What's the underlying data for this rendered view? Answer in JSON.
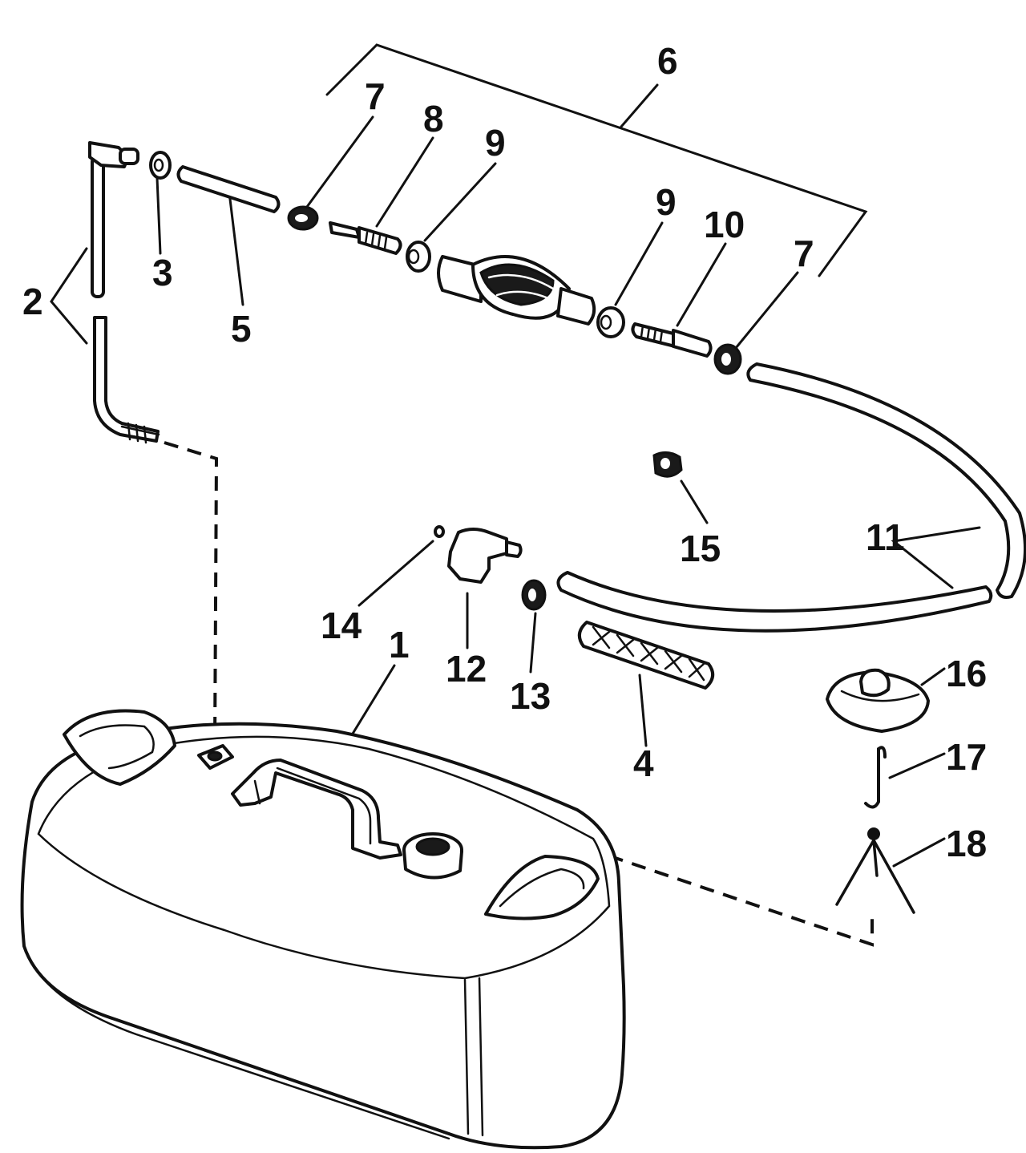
{
  "diagram": {
    "callouts": [
      {
        "id": "1",
        "text": "1"
      },
      {
        "id": "2",
        "text": "2"
      },
      {
        "id": "3",
        "text": "3"
      },
      {
        "id": "4",
        "text": "4"
      },
      {
        "id": "5",
        "text": "5"
      },
      {
        "id": "6",
        "text": "6"
      },
      {
        "id": "7a",
        "text": "7"
      },
      {
        "id": "7b",
        "text": "7"
      },
      {
        "id": "8",
        "text": "8"
      },
      {
        "id": "9a",
        "text": "9"
      },
      {
        "id": "9b",
        "text": "9"
      },
      {
        "id": "10",
        "text": "10"
      },
      {
        "id": "11",
        "text": "11"
      },
      {
        "id": "12",
        "text": "12"
      },
      {
        "id": "13",
        "text": "13"
      },
      {
        "id": "14",
        "text": "14"
      },
      {
        "id": "15",
        "text": "15"
      },
      {
        "id": "16",
        "text": "16"
      },
      {
        "id": "17",
        "text": "17"
      },
      {
        "id": "18",
        "text": "18"
      }
    ]
  }
}
